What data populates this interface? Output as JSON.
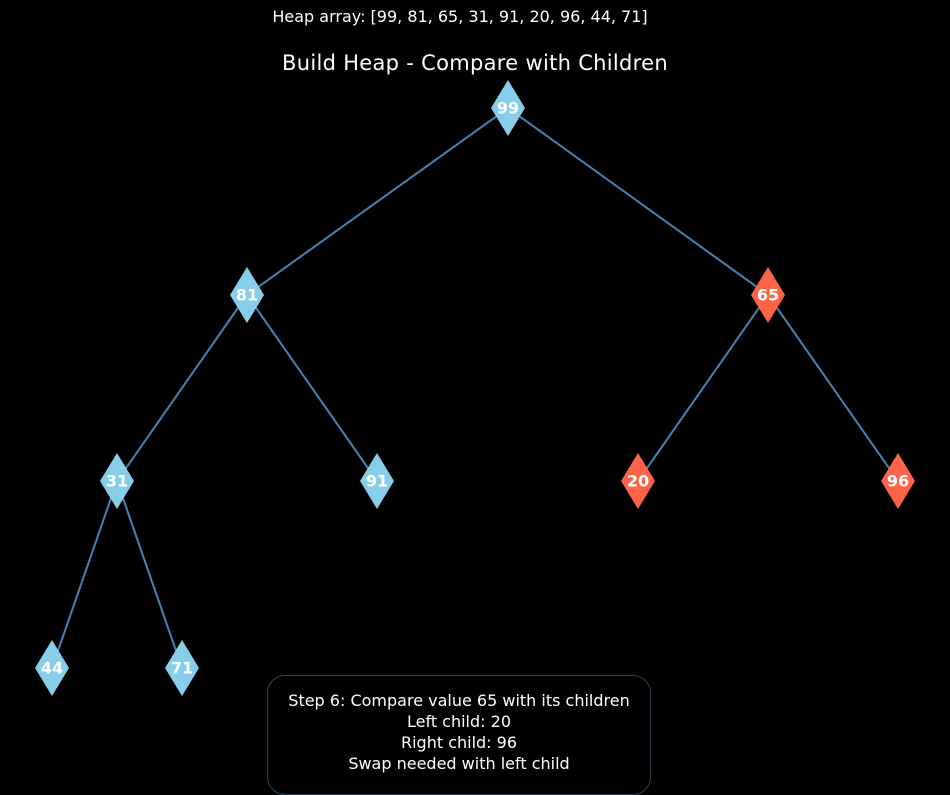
{
  "header": {
    "heap_array_text": "Heap array: [99, 81, 65, 31, 91, 20, 96, 44, 71]"
  },
  "diagram": {
    "title": "Build Heap - Compare with Children"
  },
  "colors": {
    "background": "#000000",
    "normal_node": "#87ceeb",
    "highlight_node": "#ff6347",
    "edge": "#4682b4",
    "text": "#ffffff"
  },
  "tree": {
    "nodes": [
      {
        "id": "n0",
        "value": "99",
        "highlight": false
      },
      {
        "id": "n1",
        "value": "81",
        "highlight": false
      },
      {
        "id": "n2",
        "value": "65",
        "highlight": true
      },
      {
        "id": "n3",
        "value": "31",
        "highlight": false
      },
      {
        "id": "n4",
        "value": "91",
        "highlight": false
      },
      {
        "id": "n5",
        "value": "20",
        "highlight": true
      },
      {
        "id": "n6",
        "value": "96",
        "highlight": true
      },
      {
        "id": "n7",
        "value": "44",
        "highlight": false
      },
      {
        "id": "n8",
        "value": "71",
        "highlight": false
      }
    ],
    "edges": [
      [
        "n0",
        "n1"
      ],
      [
        "n0",
        "n2"
      ],
      [
        "n1",
        "n3"
      ],
      [
        "n1",
        "n4"
      ],
      [
        "n2",
        "n5"
      ],
      [
        "n2",
        "n6"
      ],
      [
        "n3",
        "n7"
      ],
      [
        "n3",
        "n8"
      ]
    ]
  },
  "step_box": {
    "line1": "Step 6: Compare value 65 with its children",
    "line2": "Left child: 20",
    "line3": "Right child: 96",
    "line4": "Swap needed with left child"
  }
}
